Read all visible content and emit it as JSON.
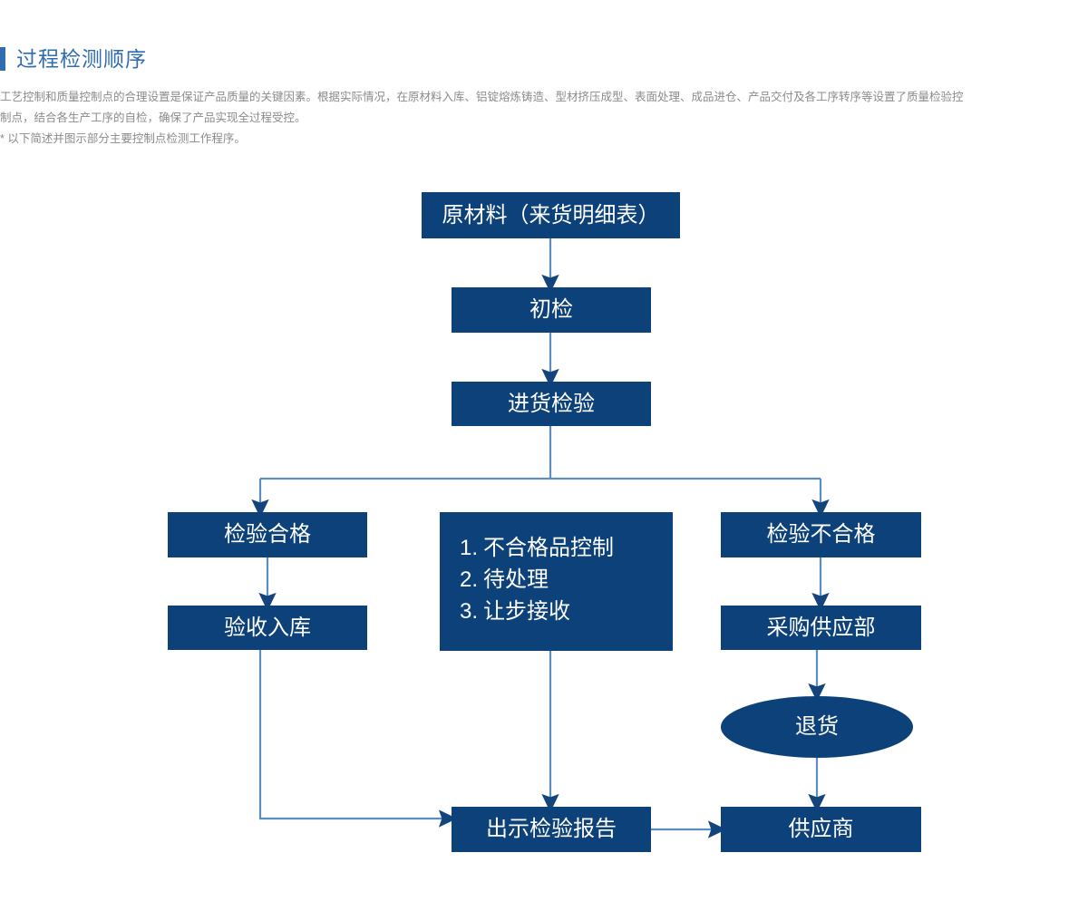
{
  "header": {
    "title": "过程检测顺序",
    "accent_color": "#2f6cb0"
  },
  "intro": {
    "line1": "工艺控制和质量控制点的合理设置是保证产品质量的关键因素。根据实际情况，在原材料入库、铝锭熔炼铸造、型材挤压成型、表面处理、成品进仓、产品交付及各工序转序等设置了质量检验控",
    "line2": "制点，结合各生产工序的自检，确保了产品实现全过程受控。",
    "line3": "* 以下简述并图示部分主要控制点检测工作程序。"
  },
  "flowchart": {
    "node_fill": "#0d4179",
    "connector_color": "#5b8dbe",
    "arrowhead_color": "#14447c",
    "nodes": [
      {
        "id": "raw",
        "label": "原材料（来货明细表）",
        "shape": "rect"
      },
      {
        "id": "first",
        "label": "初检",
        "shape": "rect"
      },
      {
        "id": "incoming",
        "label": "进货检验",
        "shape": "rect"
      },
      {
        "id": "pass",
        "label": "检验合格",
        "shape": "rect"
      },
      {
        "id": "warehouse",
        "label": "验收入库",
        "shape": "rect"
      },
      {
        "id": "fail",
        "label": "检验不合格",
        "shape": "rect"
      },
      {
        "id": "purchase",
        "label": "采购供应部",
        "shape": "rect"
      },
      {
        "id": "return",
        "label": "退货",
        "shape": "ellipse"
      },
      {
        "id": "report",
        "label": "出示检验报告",
        "shape": "rect"
      },
      {
        "id": "supplier",
        "label": "供应商",
        "shape": "rect"
      }
    ],
    "nonconforming": {
      "items": [
        {
          "num": "1.",
          "text": "不合格品控制"
        },
        {
          "num": "2.",
          "text": "待处理"
        },
        {
          "num": "3.",
          "text": "让步接收"
        }
      ]
    }
  }
}
